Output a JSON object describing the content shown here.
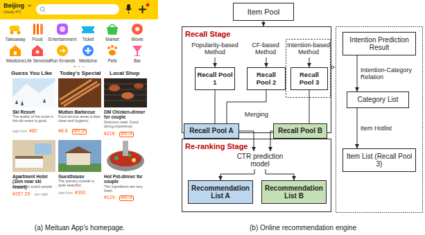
{
  "diagram": {
    "nodes": [
      {
        "text": [
          "Item Pool"
        ]
      },
      {
        "text": [
          "Recall Stage"
        ]
      },
      {
        "text": [
          "Popularity-based Method"
        ],
        "in": 1
      },
      {
        "text": [
          "Recall Pool 1"
        ],
        "in": 1
      },
      {
        "text": [
          "CF-based Method"
        ],
        "in": 1
      },
      {
        "text": [
          "Recall Pool 2"
        ],
        "in": 1
      },
      {
        "text": [
          "Intention-based Method"
        ],
        "in": 1
      },
      {
        "text": [
          "Recall Pool 3"
        ],
        "in": 1
      },
      {
        "text": [
          "Recall Pool A"
        ]
      },
      {
        "text": [
          "Recall Pool B"
        ]
      },
      {
        "text": [
          "Re-ranking Stage"
        ]
      },
      {
        "text": [
          "CTR prediction model"
        ],
        "in": 10
      },
      {
        "text": [
          "Recommendation List A"
        ],
        "in": 10
      },
      {
        "text": [
          "Recommendation List B"
        ],
        "in": 10
      },
      {
        "text": [
          "Intention Prediction Result"
        ]
      },
      {
        "text": [
          "Category List"
        ]
      },
      {
        "text": [
          "Item List (Recall Pool 3)"
        ]
      }
    ],
    "edges": [
      {
        "from": 0,
        "to": 1,
        "arrow": "to"
      },
      {
        "from": 2,
        "to": 3,
        "arrow": "to"
      },
      {
        "from": 4,
        "to": 5,
        "arrow": "to"
      },
      {
        "from": 6,
        "to": 7,
        "arrow": "to"
      },
      {
        "from": 3,
        "to": 8,
        "arrow": "none"
      },
      {
        "from": 5,
        "to": 8,
        "arrow": "none"
      },
      {
        "from": 7,
        "to": 9,
        "arrow": "none"
      },
      {
        "from": 8,
        "to": 11,
        "arrow": "to"
      },
      {
        "from": 9,
        "to": 11,
        "arrow": "to"
      },
      {
        "from": 11,
        "to": 12,
        "arrow": "to"
      },
      {
        "from": 11,
        "to": 13,
        "arrow": "to"
      },
      {
        "from": 14,
        "to": 15,
        "label": "Intention-Category Relation",
        "arrow": "to"
      },
      {
        "from": 15,
        "to": 16,
        "label": "Item Hotlist",
        "arrow": "to"
      }
    ],
    "labels": [
      "Beijing",
      "Cloudy 4°C",
      "Takeaway",
      "Food",
      "Entertainment",
      "Ticket",
      "Market",
      "Movie",
      "Medicine",
      "Life Services",
      "Run Errands",
      "Medicine",
      "Pets",
      "Bar",
      "Guess You Like",
      "Today's Special",
      "Local Shop",
      "Ski Resort",
      "The quality of the snow in this ski resort is good.",
      "start from",
      "¥80",
      "Mutton Barbecue",
      "Food service areas is kept clean and hygienic.",
      "¥8.8",
      "90% off",
      "DM Chicken-dinner for couple",
      "Delicious meal. Good dining experience.",
      "¥218",
      "90% off",
      "Apartment Hotel (1km near ski resort)",
      "2 bedroom suite2 people",
      "¥257.25",
      "per night",
      "Guesthouse",
      "The scenery outside is quite beautiful.",
      "start from",
      "¥300",
      "Hot Pot-dinner for couple",
      "The ingredients are very fresh.",
      "¥129",
      "66% off",
      "Merging",
      "(a) Meituan App's homepage.",
      "(b) Online recommendation engine"
    ]
  }
}
